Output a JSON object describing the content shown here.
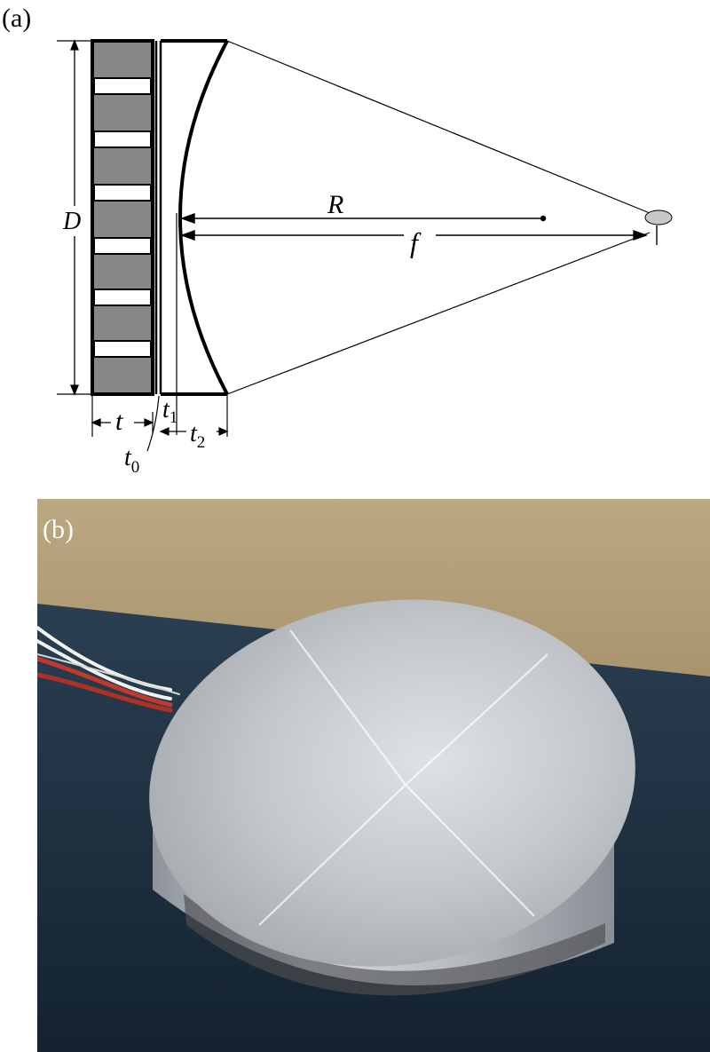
{
  "panel_a": {
    "label": "(a)",
    "symbols": {
      "D": "D",
      "R": "R",
      "f": "f",
      "t": "t",
      "t1_base": "t",
      "t1_sub": "1",
      "t2_base": "t",
      "t2_sub": "2",
      "t0_base": "t",
      "t0_sub": "0"
    },
    "colors": {
      "line": "#000000",
      "ceramic": "#888888",
      "focus": "#c8c8c8"
    }
  },
  "panel_b": {
    "label": "(b)",
    "colors": {
      "wall": "#b9a47f",
      "table": "#1f3140",
      "metal": "#c7cacd",
      "side": "#b7babf",
      "wire_red": "#c0392b",
      "wire_white": "#f2f2f2",
      "label": "#ffffff"
    }
  }
}
